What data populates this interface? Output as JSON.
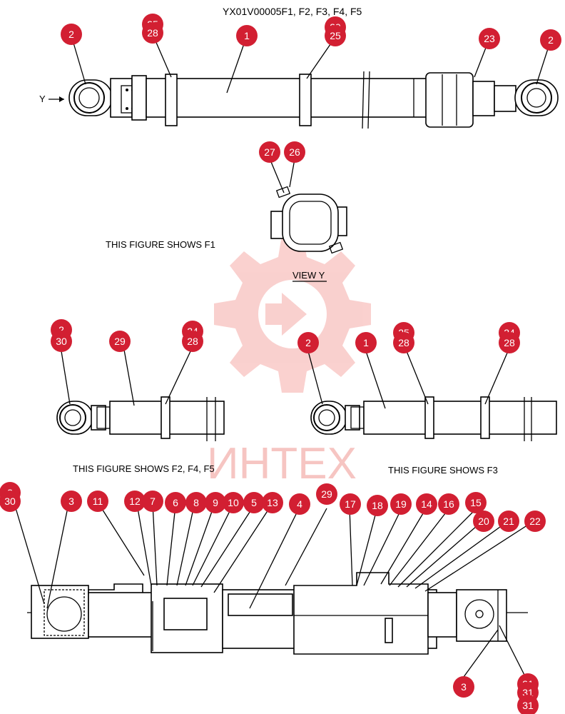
{
  "title": "YX01V00005F1, F2, F3, F4, F5",
  "captions": {
    "f1": "THIS FIGURE SHOWS  F1",
    "view_y": "VIEW  Y",
    "f2": "THIS FIGURE SHOWS  F2, F4, F5",
    "f3": "THIS FIGURE SHOWS  F3",
    "y_arrow": "Y"
  },
  "watermark": {
    "text": "ИНТЕХ",
    "color": "#f5b7b4"
  },
  "colors": {
    "callout": "#d21f32"
  },
  "callouts": [
    "2",
    "25",
    "28",
    "1",
    "29",
    "25",
    "23",
    "2",
    "27",
    "26",
    "2",
    "30",
    "29",
    "24",
    "28",
    "2",
    "1",
    "25",
    "28",
    "24",
    "28",
    "2",
    "30",
    "3",
    "11",
    "12",
    "7",
    "6",
    "8",
    "9",
    "10",
    "5",
    "13",
    "4",
    "29",
    "17",
    "18",
    "19",
    "14",
    "16",
    "15",
    "20",
    "21",
    "22",
    "3",
    "31",
    "31",
    "31"
  ]
}
